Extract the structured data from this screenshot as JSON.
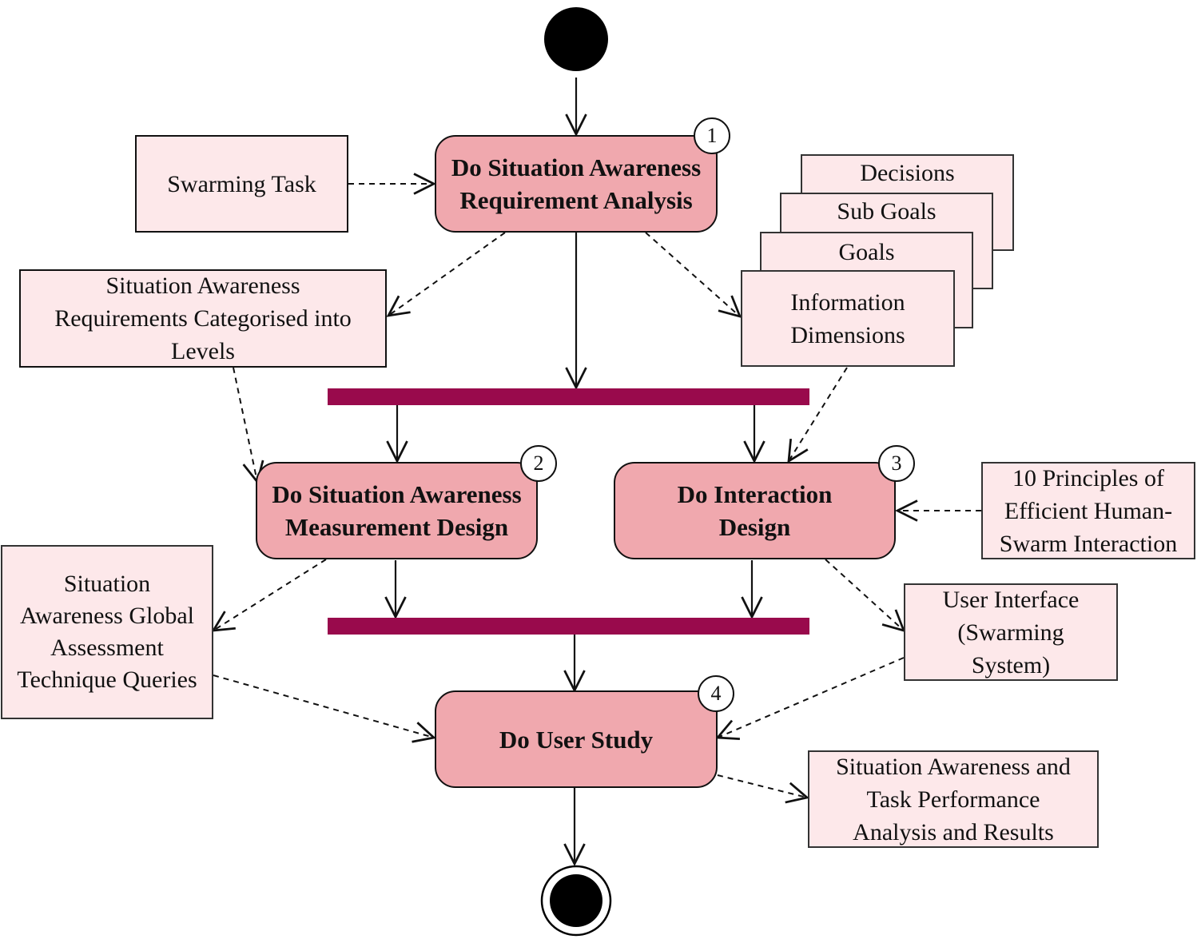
{
  "activities": {
    "sa_requirement_analysis": {
      "label": "Do Situation Awareness\nRequirement Analysis",
      "step": "1"
    },
    "sa_measurement_design": {
      "label": "Do Situation Awareness\nMeasurement Design",
      "step": "2"
    },
    "interaction_design": {
      "label": "Do Interaction\nDesign",
      "step": "3"
    },
    "user_study": {
      "label": "Do User Study",
      "step": "4"
    }
  },
  "artifacts": {
    "swarming_task": "Swarming Task",
    "sa_requirements_levels": "Situation Awareness\nRequirements Categorised into\nLevels",
    "decisions": "Decisions",
    "sub_goals": "Sub Goals",
    "goals": "Goals",
    "information_dimensions": "Information\nDimensions",
    "principles": "10 Principles of\nEfficient Human-\nSwarm Interaction",
    "sagat_queries": "Situation\nAwareness Global\nAssessment\nTechnique Queries",
    "user_interface": "User Interface\n(Swarming\nSystem)",
    "results": "Situation Awareness and\nTask Performance\nAnalysis and Results"
  },
  "colors": {
    "activity_fill": "#f0a8ae",
    "artifact_fill": "#fde8ea",
    "bar_fill": "#990a4c",
    "node_fill": "#000000"
  }
}
